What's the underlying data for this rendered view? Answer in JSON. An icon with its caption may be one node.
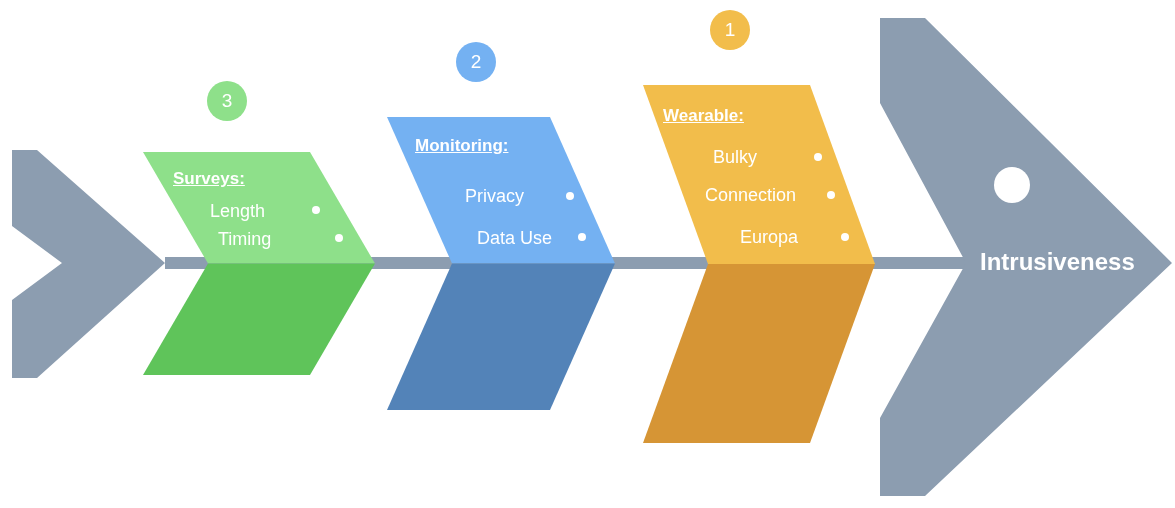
{
  "diagram": {
    "nodes": [
      {
        "text": [],
        "shape": "chevron"
      },
      {
        "text": [
          "3"
        ]
      },
      {
        "text": [
          "Surveys:",
          "Length",
          "Timing"
        ]
      },
      {
        "text": [
          "2"
        ]
      },
      {
        "text": [
          "Monitoring:",
          "Privacy",
          "Data Use"
        ]
      },
      {
        "text": [
          "1"
        ]
      },
      {
        "text": [
          "Wearable:",
          "Bulky",
          "Connection",
          "Europa"
        ]
      },
      {
        "text": [
          "Intrusiveness"
        ]
      }
    ],
    "edges": [
      {
        "from": 0,
        "to": 7,
        "arrow": "none"
      }
    ]
  }
}
